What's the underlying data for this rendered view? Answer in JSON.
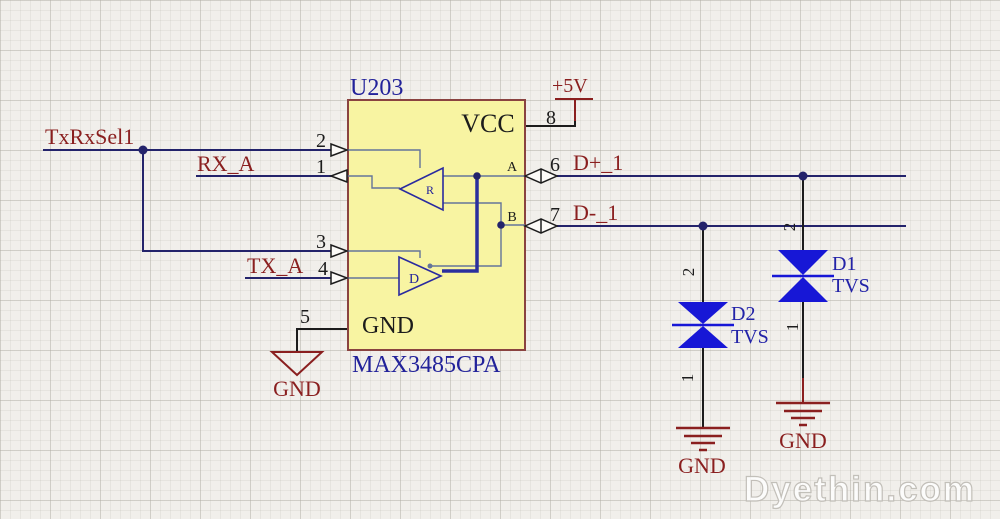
{
  "ic": {
    "refdes": "U203",
    "part": "MAX3485CPA",
    "vcc_label": "VCC",
    "gnd_label": "GND",
    "port_a": "A",
    "port_b": "B",
    "receiver_label": "R",
    "driver_label": "D",
    "body_fill": "#f8f4a2",
    "body_border": "#8a4340"
  },
  "pins": {
    "p1": "1",
    "p2": "2",
    "p3": "3",
    "p4": "4",
    "p5": "5",
    "p6": "6",
    "p7": "7",
    "p8": "8"
  },
  "nets": {
    "txrxsel1": "TxRxSel1",
    "rx_a": "RX_A",
    "tx_a": "TX_A",
    "dplus": "D+_1",
    "dminus": "D-_1",
    "vcc": "+5V"
  },
  "grounds": {
    "left": "GND",
    "d2": "GND",
    "d1": "GND"
  },
  "diodes": {
    "d1": {
      "refdes": "D1",
      "value": "TVS",
      "pin_top": "2",
      "pin_bottom": "1"
    },
    "d2": {
      "refdes": "D2",
      "value": "TVS",
      "pin_top": "2",
      "pin_bottom": "1"
    }
  },
  "colors": {
    "signal_wire": "#23236b",
    "power_red": "#8a1f1f",
    "component_blue": "#1717d6",
    "label_blue": "#2323a8",
    "ic_fill": "#f8f4a2",
    "ic_border": "#8a4340"
  },
  "watermark": "Dyethin.com"
}
